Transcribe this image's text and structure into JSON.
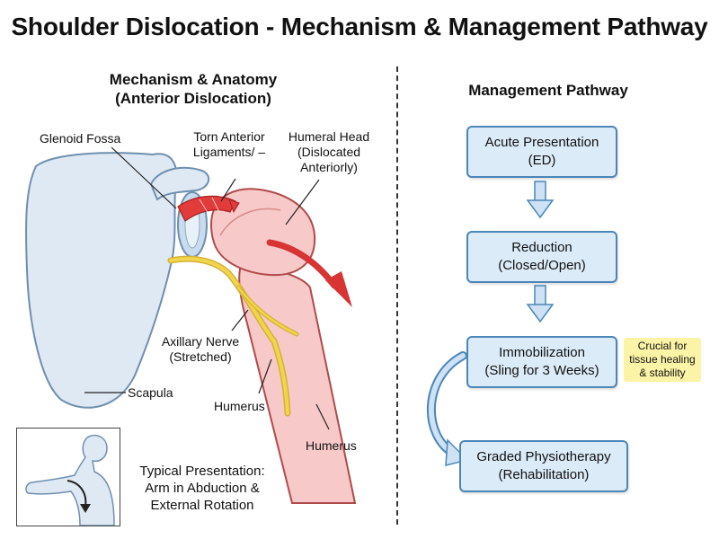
{
  "title": "Shoulder Dislocation - Mechanism & Management Pathway",
  "left_panel": {
    "heading_line1": "Mechanism & Anatomy",
    "heading_line2": "(Anterior Dislocation)",
    "labels": {
      "glenoid_fossa": "Glenoid Fossa",
      "torn_line1": "Torn Anterior",
      "torn_line2": "Ligaments/ –",
      "humeral_head_line1": "Humeral Head",
      "humeral_head_line2": "(Dislocated",
      "humeral_head_line3": "Anteriorly)",
      "axillary_nerve_line1": "Axillary Nerve",
      "axillary_nerve_line2": "(Stretched)",
      "scapula": "Scapula",
      "humerus_inner": "Humerus",
      "humerus_outer": "Humerus"
    },
    "presentation": {
      "line1": "Typical Presentation:",
      "line2": "Arm in Abduction &",
      "line3": "External Rotation"
    }
  },
  "right_panel": {
    "heading": "Management Pathway",
    "steps": [
      {
        "line1": "Acute Presentation",
        "line2": "(ED)"
      },
      {
        "line1": "Reduction",
        "line2": "(Closed/Open)"
      },
      {
        "line1": "Immobilization",
        "line2": "(Sling for 3 Weeks)"
      },
      {
        "line1": "Graded Physiotherapy",
        "line2": "(Rehabilitation)"
      }
    ],
    "note": {
      "line1": "Crucial for",
      "line2": "tissue healing",
      "line3": "& stability"
    }
  },
  "colors": {
    "bone_blue": "#dfe9f4",
    "bone_outline": "#6f8fae",
    "humerus_pink": "#f7c9c9",
    "humerus_outline": "#b04a4a",
    "ligament_red": "#e23b3b",
    "nerve_yellow": "#f2d54a",
    "box_fill": "#dcebf8",
    "box_border": "#4a86b8",
    "note_yellow": "#fbf3a6"
  }
}
